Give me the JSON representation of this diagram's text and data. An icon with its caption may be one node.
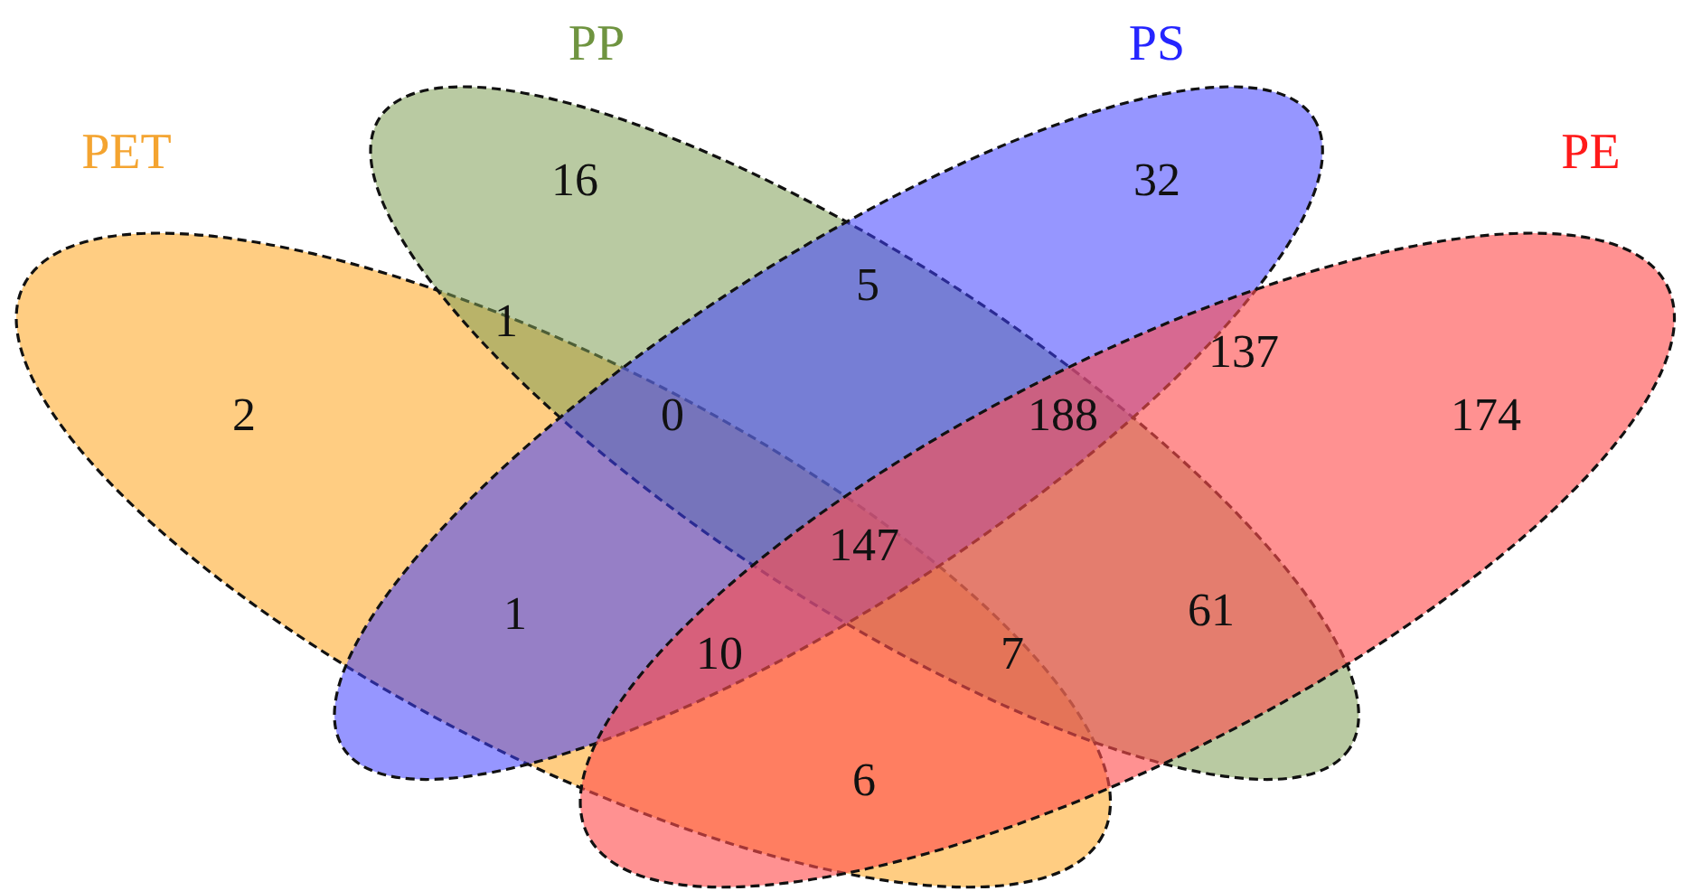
{
  "diagram": {
    "nodes": [
      {
        "text": [
          "PET"
        ]
      },
      {
        "text": [
          "PP"
        ]
      },
      {
        "text": [
          "PS"
        ]
      },
      {
        "text": [
          "PE"
        ]
      }
    ],
    "labels": [
      "16",
      "32",
      "5",
      "1",
      "137",
      "2",
      "0",
      "188",
      "174",
      "147",
      "1",
      "61",
      "10",
      "7",
      "6"
    ]
  }
}
